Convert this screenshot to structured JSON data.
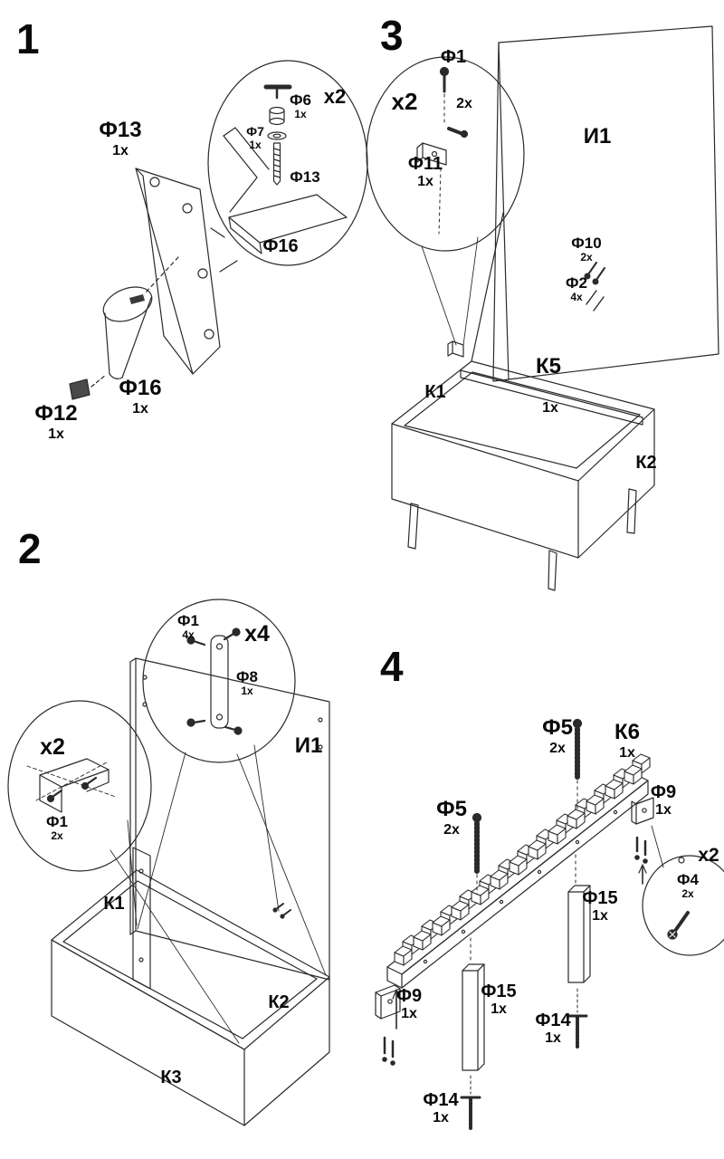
{
  "s1": {
    "num": "1",
    "f13": {
      "part": "Ф13",
      "qty": "1x"
    },
    "f16": {
      "part": "Ф16",
      "qty": "1x"
    },
    "f12": {
      "part": "Ф12",
      "qty": "1x"
    },
    "zoom": {
      "mult": "x2",
      "f6": {
        "part": "Ф6",
        "qty": "1x"
      },
      "f7": {
        "part": "Ф7",
        "qty": "1x"
      },
      "f13": {
        "part": "Ф13"
      },
      "f16": {
        "part": "Ф16"
      }
    }
  },
  "s2": {
    "num": "2",
    "i1": {
      "part": "И1"
    },
    "k1": {
      "part": "К1"
    },
    "k2": {
      "part": "К2"
    },
    "k3": {
      "part": "К3"
    },
    "zoomx4": {
      "mult": "x4",
      "f1": {
        "part": "Ф1",
        "qty": "4x"
      },
      "f8": {
        "part": "Ф8",
        "qty": "1x"
      }
    },
    "zoomx2": {
      "mult": "x2",
      "f1": {
        "part": "Ф1",
        "qty": "2x"
      }
    }
  },
  "s3": {
    "num": "3",
    "i1": {
      "part": "И1"
    },
    "f10": {
      "part": "Ф10",
      "qty": "2x"
    },
    "f2": {
      "part": "Ф2",
      "qty": "4x"
    },
    "k5": {
      "part": "К5",
      "qty": "1x"
    },
    "k1": {
      "part": "К1"
    },
    "k2": {
      "part": "К2"
    },
    "zoom": {
      "mult": "x2",
      "f1": {
        "part": "Ф1",
        "qty": "2x"
      },
      "f11": {
        "part": "Ф11",
        "qty": "1x"
      }
    }
  },
  "s4": {
    "num": "4",
    "k6": {
      "part": "К6",
      "qty": "1x"
    },
    "f5a": {
      "part": "Ф5",
      "qty": "2x"
    },
    "f5b": {
      "part": "Ф5",
      "qty": "2x"
    },
    "f9a": {
      "part": "Ф9",
      "qty": "1x"
    },
    "f9b": {
      "part": "Ф9",
      "qty": "1x"
    },
    "f15a": {
      "part": "Ф15",
      "qty": "1x"
    },
    "f15b": {
      "part": "Ф15",
      "qty": "1x"
    },
    "f14a": {
      "part": "Ф14",
      "qty": "1x"
    },
    "f14b": {
      "part": "Ф14",
      "qty": "1x"
    },
    "zoom": {
      "mult": "x2",
      "f4": {
        "part": "Ф4",
        "qty": "2x"
      }
    }
  }
}
